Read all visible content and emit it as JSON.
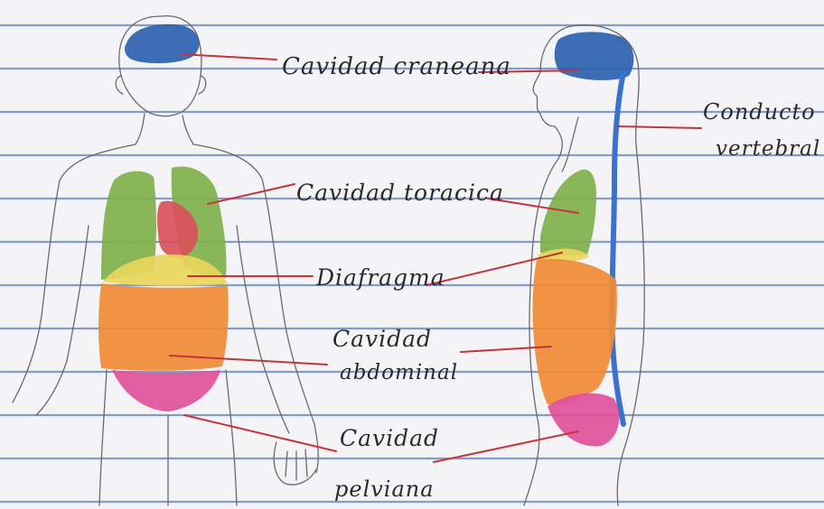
{
  "labels": {
    "cavidad_craneana": "Cavidad craneana",
    "conducto_vertebral_1": "Conducto",
    "conducto_vertebral_2": "vertebral",
    "cavidad_toracica": "Cavidad toracica",
    "diafragma": "Diafragma",
    "cavidad_abdominal_1": "Cavidad",
    "cavidad_abdominal_2": "abdominal",
    "cavidad_pelviana_1": "Cavidad",
    "cavidad_pelviana_2": "pelviana"
  },
  "colors": {
    "paper": "#f4f4f6",
    "ruled_line": "#5b7fc4",
    "leader_line": "#c8323a",
    "cranial": "#2b5fae",
    "spinal": "#3a72cf",
    "lungs": "#7fb04a",
    "heart": "#d9505a",
    "diaphragm": "#e9d65a",
    "abdominal": "#f08a35",
    "pelvic": "#e0509a"
  }
}
